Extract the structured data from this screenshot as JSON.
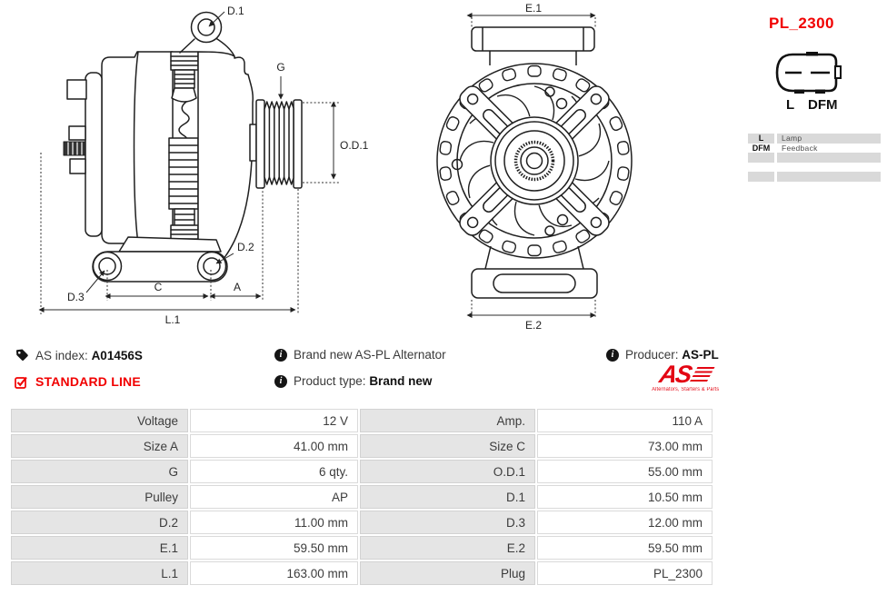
{
  "plug": {
    "code": "PL_2300",
    "pin_left": "L",
    "pin_right": "DFM",
    "legend": [
      {
        "key": "L",
        "desc": "Lamp"
      },
      {
        "key": "DFM",
        "desc": "Feedback"
      },
      {
        "key": "",
        "desc": ""
      },
      {
        "key": "",
        "desc": ""
      },
      {
        "key": "",
        "desc": ""
      }
    ]
  },
  "info": {
    "as_index_label": "AS index:",
    "as_index_value": "A01456S",
    "product_line": "STANDARD LINE",
    "description": "Brand new AS-PL Alternator",
    "product_type_label": "Product type:",
    "product_type_value": "Brand new",
    "producer_label": "Producer:",
    "producer_value": "AS-PL",
    "logo_text": "AS",
    "logo_tagline": "Alternators, Starters & Parts"
  },
  "icons": {
    "info": "i"
  },
  "diagram": {
    "side": {
      "d1": "D.1",
      "g": "G",
      "od1": "O.D.1",
      "d2": "D.2",
      "d3": "D.3",
      "c": "C",
      "a": "A",
      "l1": "L.1"
    },
    "front": {
      "e1": "E.1",
      "e2": "E.2"
    }
  },
  "specs": {
    "rows": [
      {
        "l1": "Voltage",
        "v1": "12 V",
        "l2": "Amp.",
        "v2": "110 A"
      },
      {
        "l1": "Size A",
        "v1": "41.00 mm",
        "l2": "Size C",
        "v2": "73.00 mm"
      },
      {
        "l1": "G",
        "v1": "6 qty.",
        "l2": "O.D.1",
        "v2": "55.00 mm"
      },
      {
        "l1": "Pulley",
        "v1": "AP",
        "l2": "D.1",
        "v2": "10.50 mm"
      },
      {
        "l1": "D.2",
        "v1": "11.00 mm",
        "l2": "D.3",
        "v2": "12.00 mm"
      },
      {
        "l1": "E.1",
        "v1": "59.50 mm",
        "l2": "E.2",
        "v2": "59.50 mm"
      },
      {
        "l1": "L.1",
        "v1": "163.00 mm",
        "l2": "Plug",
        "v2": "PL_2300"
      }
    ]
  },
  "colors": {
    "accent_red": "#f10000",
    "logo_red": "#e30613",
    "line_dark": "#1f1f1f",
    "cell_gray": "#e5e5e5"
  }
}
